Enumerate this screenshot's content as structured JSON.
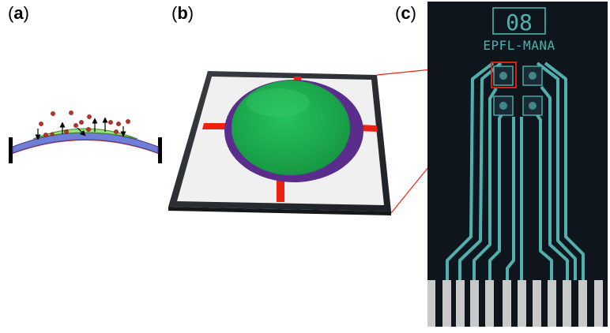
{
  "panels": {
    "a": {
      "open": "(",
      "letter": "a",
      "close": ")"
    },
    "b": {
      "open": "(",
      "letter": "b",
      "close": ")"
    },
    "c": {
      "open": "(",
      "letter": "c",
      "close": ")"
    }
  },
  "chip": {
    "number": "08",
    "brand": "EPFL-MANA"
  },
  "colors": {
    "membrane_green": "#1fb050",
    "membrane_purple": "#5a2d8c",
    "electrode_red": "#ee2211",
    "substrate_gray": "#f0f0f0",
    "frame_dark": "#2a2e33",
    "trace_cyan": "#4fb0ad",
    "chip_background": "#0c1118",
    "molecule_red": "#c0302a"
  }
}
